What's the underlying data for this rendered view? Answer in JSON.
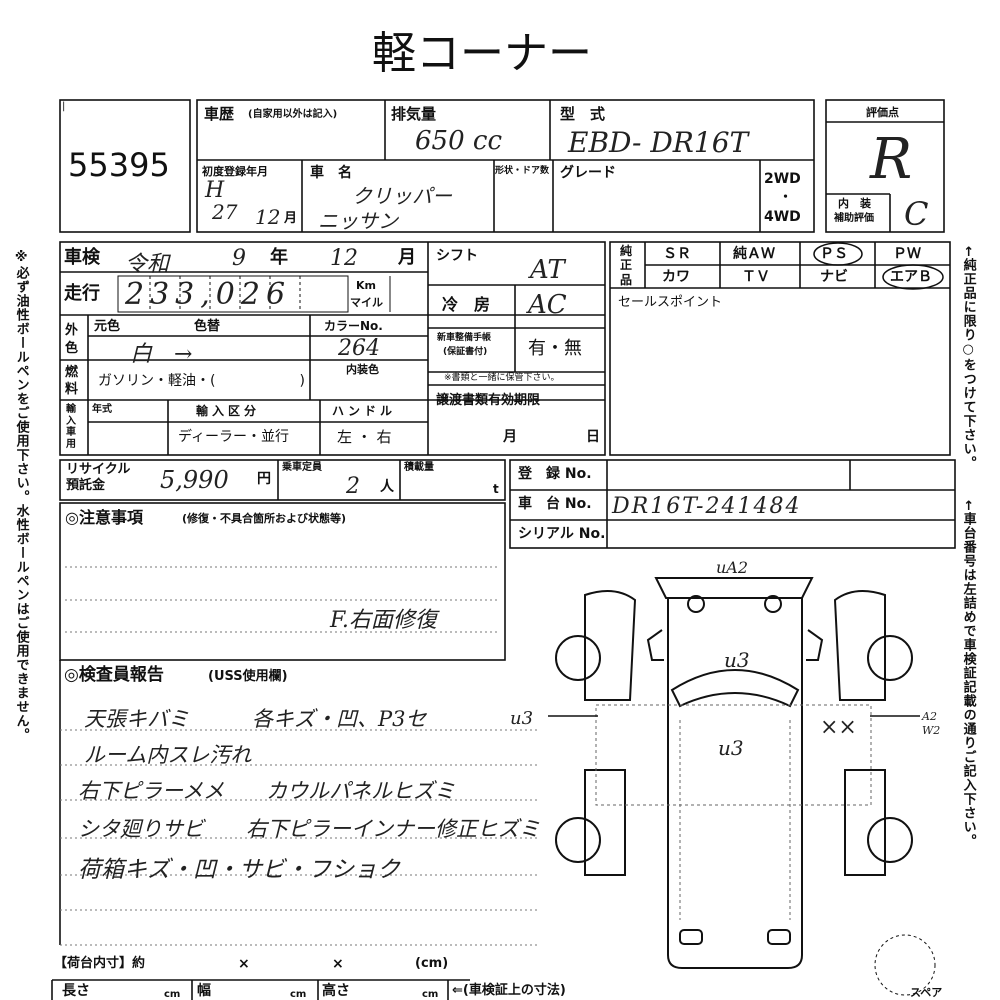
{
  "title": "軽コーナー",
  "lot_no": "55395",
  "header": {
    "history_label": "車歴",
    "history_note": "(自家用以外は記入)",
    "displacement_label": "排気量",
    "displacement_value": "650 cc",
    "model_label": "型　式",
    "model_value": "EBD- DR16T",
    "score_label": "評価点",
    "score_value": "R",
    "first_reg_label": "初度登録年月",
    "first_reg_era": "H",
    "first_reg_year": "27",
    "first_reg_month": "12",
    "first_reg_month_unit": "月",
    "car_name_label": "車　名",
    "car_name_1": "クリッパー",
    "car_name_2": "ニッサン",
    "door_label": "形状・ドア数",
    "grade_label": "グレード",
    "drive_2wd": "2WD",
    "drive_dot": "・",
    "drive_4wd": "4WD",
    "interior_label_1": "内　装",
    "interior_label_2": "補助評価",
    "interior_value": "C"
  },
  "inspection": {
    "shaken_label": "車検",
    "shaken_value": "令和",
    "year_value": "9",
    "year_unit": "年",
    "month_value": "12",
    "month_unit": "月",
    "shift_label": "シフト",
    "shift_value": "AT",
    "mileage_label": "走行",
    "mileage_value": "233,026",
    "km_unit": "Km",
    "mile_unit": "マイル",
    "aircon_label": "冷　房",
    "aircon_value": "AC",
    "exterior_label": "外色",
    "original_color_label": "元色",
    "repaint_label": "色替",
    "color_value": "白　→",
    "color_no_label": "カラーNo.",
    "color_no_value": "264",
    "interior_color_label": "内装色",
    "fuel_label": "燃料",
    "fuel_value": "ガソリン・軽油・(　　　　　　)",
    "maintenance_label_1": "新車整備手帳",
    "maintenance_label_2": "(保証書付)",
    "maintenance_value": "有・無",
    "maintenance_note": "※書類と一緒に保管下さい。",
    "import_label": "輸入車用",
    "model_year_label": "年式",
    "import_class_label": "輸入区分",
    "import_class_value": "ディーラー・並行",
    "handle_label": "ハンドル",
    "handle_value": "左 ・ 右",
    "transfer_label": "譲渡書類有効期限",
    "transfer_month": "月",
    "transfer_day": "日"
  },
  "genuine": {
    "label": "純正品",
    "row1": [
      "ＳＲ",
      "純ＡＷ",
      "ＰＳ",
      "ＰＷ"
    ],
    "row2": [
      "カワ",
      "ＴＶ",
      "ナビ",
      "エアＢ"
    ]
  },
  "sales_point_label": "セールスポイント",
  "recycle": {
    "label_1": "リサイクル",
    "label_2": "預託金",
    "value": "5,990",
    "unit": "円",
    "capacity_label": "乗車定員",
    "capacity_value": "2",
    "capacity_unit": "人",
    "load_label": "積載量",
    "load_unit": "t"
  },
  "registration": {
    "reg_no_label": "登　録 No.",
    "chassis_no_label": "車　台 No.",
    "chassis_no_value": "DR16T-241484",
    "serial_no_label": "シリアル No."
  },
  "caution": {
    "label": "◎注意事項",
    "note": "(修復・不具合箇所および状態等)",
    "text": "F.右面修復"
  },
  "inspector": {
    "label": "◎検査員報告",
    "note": "(USS使用欄)",
    "lines": [
      "天張キバミ　　　各キズ・凹、P3セ",
      "ルーム内スレ汚れ",
      "右下ピラーメメ　　カウルパネルヒズミ",
      "シタ廻りサビ　　右下ピラーインナー修正ヒズミ",
      "荷箱キズ・凹・サビ・フショク"
    ]
  },
  "diagram": {
    "top_mark": "uA2",
    "mark_front": "u3",
    "mark_center": "u3",
    "mark_left": "u3",
    "mark_right_x": "××",
    "mark_right_1": "A2",
    "mark_right_2": "W2"
  },
  "cargo": {
    "label": "【荷台内寸】約",
    "times_1": "×",
    "times_2": "×",
    "unit": "(cm)",
    "length_label": "長さ",
    "width_label": "幅",
    "height_label": "高さ",
    "cm": "cm",
    "note": "⇐(車検証上の寸法)",
    "spare_label": "スペア"
  },
  "side_notes": {
    "left": "※必ず油性ボールペンをご使用下さい。水性ボールペンはご使用できません。",
    "right_1": "←純正品に限り○をつけて下さい。",
    "right_2": "←車台番号は左詰めで車検証記載の通りご記入下さい。"
  }
}
